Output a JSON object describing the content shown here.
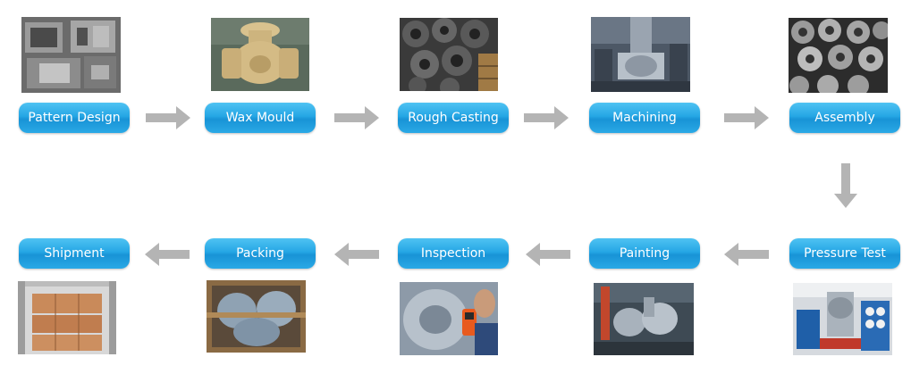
{
  "process": {
    "steps": [
      {
        "label": "Pattern Design",
        "photo": "pattern-photo"
      },
      {
        "label": "Wax Mould",
        "photo": "wax-mould-photo"
      },
      {
        "label": "Rough Casting",
        "photo": "rough-casting-photo"
      },
      {
        "label": "Machining",
        "photo": "machining-photo"
      },
      {
        "label": "Assembly",
        "photo": "assembly-photo"
      },
      {
        "label": "Pressure Test",
        "photo": "pressure-test-photo"
      },
      {
        "label": "Painting",
        "photo": "painting-photo"
      },
      {
        "label": "Inspection",
        "photo": "inspection-photo"
      },
      {
        "label": "Packing",
        "photo": "packing-photo"
      },
      {
        "label": "Shipment",
        "photo": "shipment-photo"
      }
    ],
    "colors": {
      "pill": "#25a6e4",
      "arrow": "#b4b4b4",
      "label_text": "#ffffff"
    },
    "arrow_icon_forward": "arrow-right-icon",
    "arrow_icon_down": "arrow-down-icon",
    "arrow_icon_back": "arrow-left-icon"
  }
}
